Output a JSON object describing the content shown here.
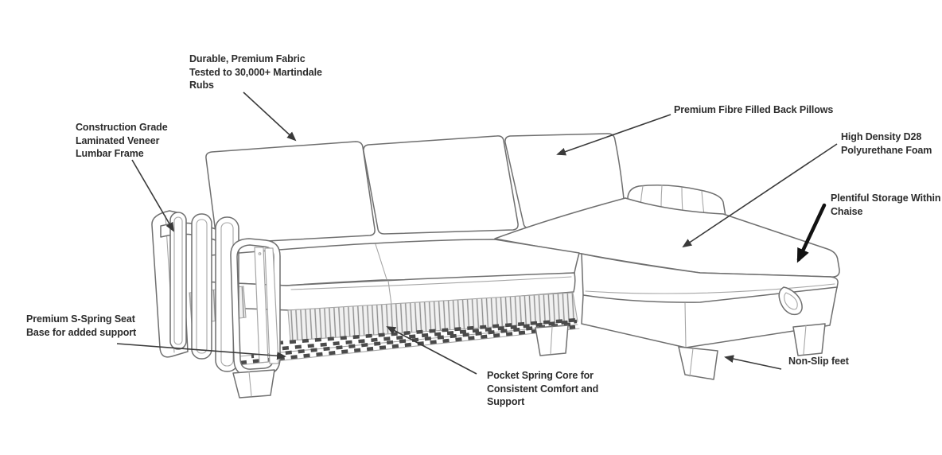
{
  "colors": {
    "text": "#2c2c2c",
    "line": "#6f6f6f",
    "line-light": "#a6a6a6",
    "arrow": "#3a3a3a",
    "arrow-bold": "#121212",
    "spring": "#4a4a4a",
    "band-bg": "#f1f1f1",
    "bg": "#ffffff"
  },
  "labels": {
    "durable": {
      "text": "Durable, Premium Fabric\nTested to 30,000+ Martindale\nRubs"
    },
    "frame": {
      "text": "Construction Grade\nLaminated Veneer\nLumbar Frame"
    },
    "pillows": {
      "text": "Premium Fibre Filled Back Pillows"
    },
    "foam": {
      "text": "High Density D28\nPolyurethane Foam"
    },
    "storage": {
      "text": "Plentiful Storage Within\nChaise"
    },
    "sspring": {
      "text": "Premium S-Spring Seat\nBase for added support"
    },
    "pocket": {
      "text": "Pocket Spring Core for\nConsistent Comfort and\nSupport"
    },
    "feet": {
      "text": "Non-Slip feet"
    }
  }
}
